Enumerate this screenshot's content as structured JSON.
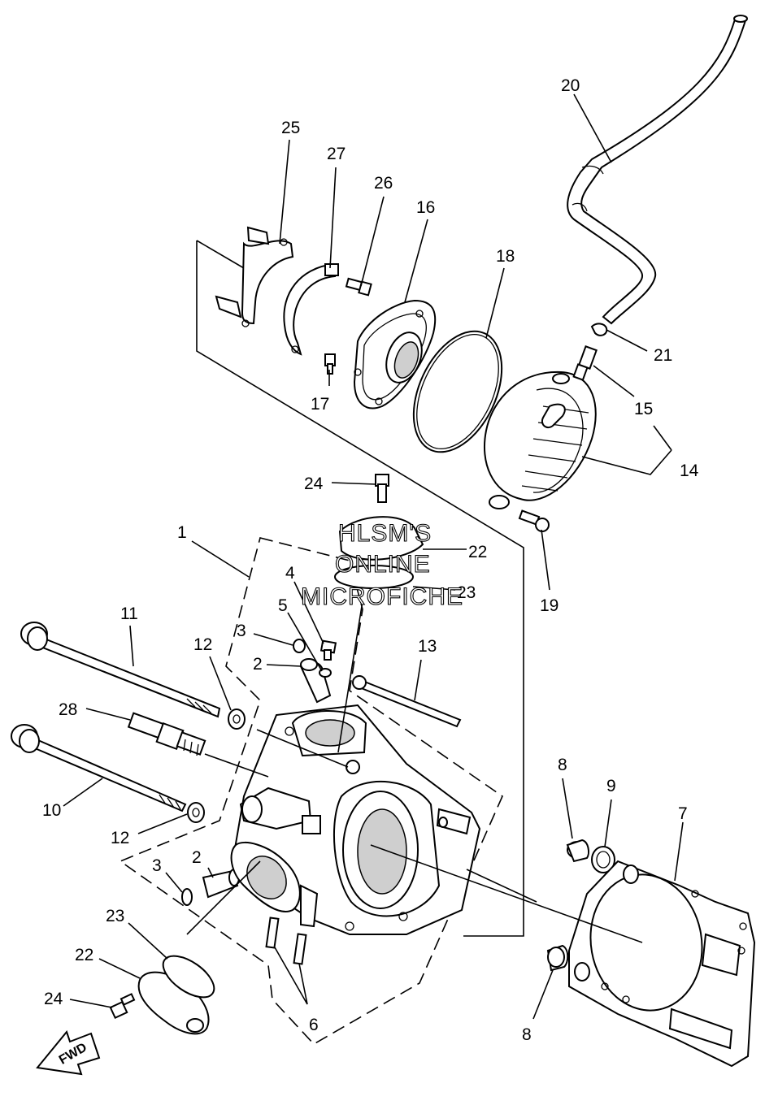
{
  "diagram": {
    "callouts": [
      {
        "id": "c1",
        "label": "1"
      },
      {
        "id": "c2a",
        "label": "2"
      },
      {
        "id": "c2b",
        "label": "2"
      },
      {
        "id": "c3a",
        "label": "3"
      },
      {
        "id": "c3b",
        "label": "3"
      },
      {
        "id": "c4",
        "label": "4"
      },
      {
        "id": "c5",
        "label": "5"
      },
      {
        "id": "c6",
        "label": "6"
      },
      {
        "id": "c7",
        "label": "7"
      },
      {
        "id": "c8a",
        "label": "8"
      },
      {
        "id": "c8b",
        "label": "8"
      },
      {
        "id": "c9",
        "label": "9"
      },
      {
        "id": "c10",
        "label": "10"
      },
      {
        "id": "c11",
        "label": "11"
      },
      {
        "id": "c12a",
        "label": "12"
      },
      {
        "id": "c12b",
        "label": "12"
      },
      {
        "id": "c13",
        "label": "13"
      },
      {
        "id": "c14",
        "label": "14"
      },
      {
        "id": "c15",
        "label": "15"
      },
      {
        "id": "c16",
        "label": "16"
      },
      {
        "id": "c17",
        "label": "17"
      },
      {
        "id": "c18",
        "label": "18"
      },
      {
        "id": "c19",
        "label": "19"
      },
      {
        "id": "c20",
        "label": "20"
      },
      {
        "id": "c21",
        "label": "21"
      },
      {
        "id": "c22a",
        "label": "22"
      },
      {
        "id": "c22b",
        "label": "22"
      },
      {
        "id": "c23a",
        "label": "23"
      },
      {
        "id": "c23b",
        "label": "23"
      },
      {
        "id": "c24a",
        "label": "24"
      },
      {
        "id": "c24b",
        "label": "24"
      },
      {
        "id": "c25",
        "label": "25"
      },
      {
        "id": "c26",
        "label": "26"
      },
      {
        "id": "c27",
        "label": "27"
      },
      {
        "id": "c28",
        "label": "28"
      }
    ],
    "watermark": [
      "HLSM'S",
      "ONLINE",
      "MICROFICHE"
    ],
    "fwd_label": "FWD"
  }
}
